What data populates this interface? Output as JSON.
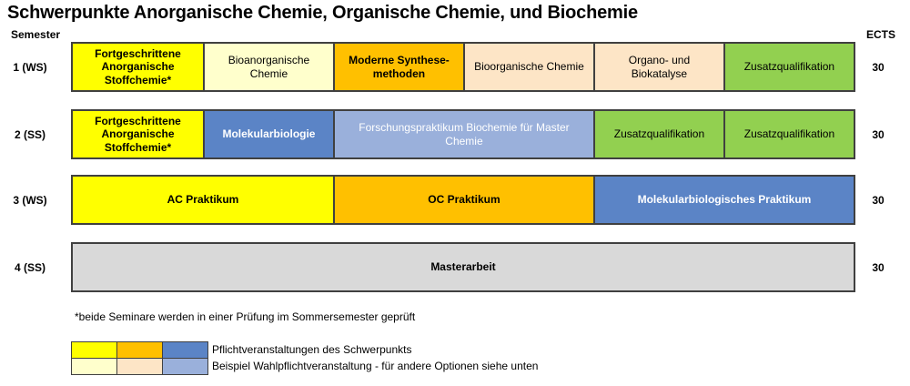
{
  "title": "Schwerpunkte Anorganische Chemie, Organische Chemie, und Biochemie",
  "header": {
    "semester_label": "Semester",
    "ects_label": "ECTS"
  },
  "colors": {
    "yellow": "#FFFF00",
    "light_yellow": "#FFFFCC",
    "orange": "#FFC000",
    "peach": "#FDE5C6",
    "green": "#92D050",
    "blue": "#5B84C6",
    "light_blue": "#9AB0DB",
    "gray": "#D9D9D9",
    "border": "#404040"
  },
  "rows": [
    {
      "semester": "1 (WS)",
      "ects": "30",
      "cells": [
        {
          "label": "Fortgeschrittene Anorganische Stoffchemie*",
          "color": "yellow",
          "span": 1,
          "bold": true
        },
        {
          "label": "Bioanorganische Chemie",
          "color": "light_yellow",
          "span": 1,
          "bold": false
        },
        {
          "label": "Moderne Synthese-methoden",
          "color": "orange",
          "span": 1,
          "bold": true
        },
        {
          "label": "Bioorganische Chemie",
          "color": "peach",
          "span": 1,
          "bold": false
        },
        {
          "label": "Organo- und Biokatalyse",
          "color": "peach",
          "span": 1,
          "bold": false
        },
        {
          "label": "Zusatzqualifikation",
          "color": "green",
          "span": 1,
          "bold": false
        }
      ]
    },
    {
      "semester": "2 (SS)",
      "ects": "30",
      "cells": [
        {
          "label": "Fortgeschrittene Anorganische Stoffchemie*",
          "color": "yellow",
          "span": 1,
          "bold": true
        },
        {
          "label": "Molekularbiologie",
          "color": "blue",
          "span": 1,
          "bold": true
        },
        {
          "label": "Forschungspraktikum Biochemie für Master Chemie",
          "color": "light_blue",
          "span": 2,
          "bold": false
        },
        {
          "label": "Zusatzqualifikation",
          "color": "green",
          "span": 1,
          "bold": false
        },
        {
          "label": "Zusatzqualifikation",
          "color": "green",
          "span": 1,
          "bold": false
        }
      ]
    },
    {
      "semester": "3 (WS)",
      "ects": "30",
      "cells": [
        {
          "label": "AC Praktikum",
          "color": "yellow",
          "span": 2,
          "bold": true
        },
        {
          "label": "OC Praktikum",
          "color": "orange",
          "span": 2,
          "bold": true
        },
        {
          "label": "Molekularbiologisches Praktikum",
          "color": "blue",
          "span": 2,
          "bold": true
        }
      ]
    },
    {
      "semester": "4 (SS)",
      "ects": "30",
      "cells": [
        {
          "label": "Masterarbeit",
          "color": "gray",
          "span": 6,
          "bold": true
        }
      ]
    }
  ],
  "footnote": "*beide Seminare werden in einer Prüfung im Sommersemester geprüft",
  "legend": [
    {
      "swatches": [
        "yellow",
        "orange",
        "blue"
      ],
      "label": "Pflichtveranstaltungen des Schwerpunkts"
    },
    {
      "swatches": [
        "light_yellow",
        "peach",
        "light_blue"
      ],
      "label": "Beispiel Wahlpflichtveranstaltung - für andere Optionen siehe unten"
    }
  ]
}
